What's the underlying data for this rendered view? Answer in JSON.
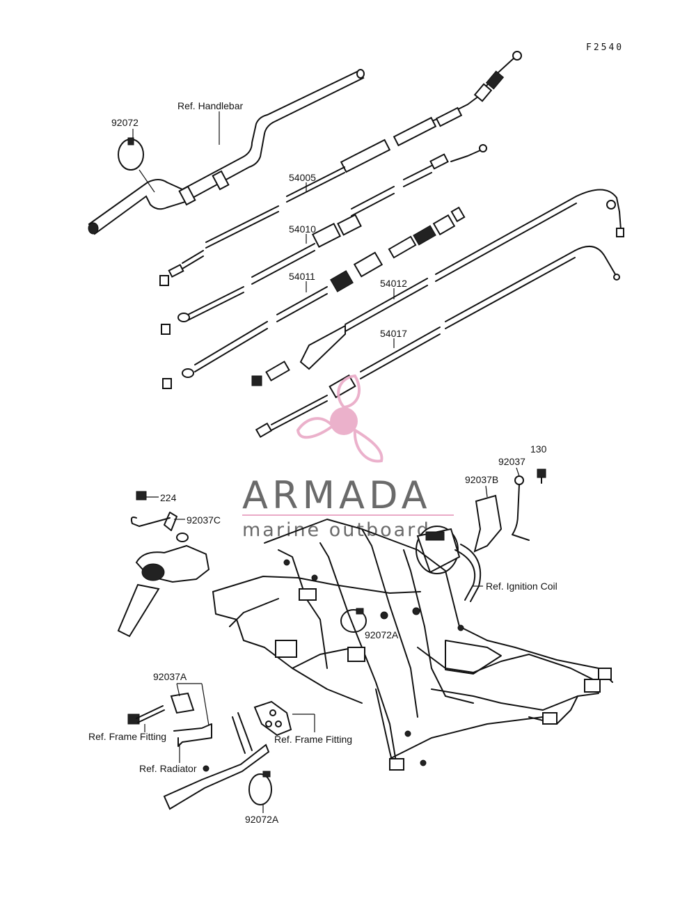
{
  "diagram_code": "F2540",
  "labels": {
    "handlebar_ref": "Ref. Handlebar",
    "clamp_top": "92072",
    "cable_54005": "54005",
    "cable_54010": "54010",
    "cable_54011": "54011",
    "cable_54012": "54012",
    "cable_54017": "54017",
    "bolt_130": "130",
    "clamp_92037": "92037",
    "clamp_92037b": "92037B",
    "bolt_224": "224",
    "clamp_92037c": "92037C",
    "ignition_coil_ref": "Ref. Ignition Coil",
    "clamp_92072a_mid": "92072A",
    "clamp_92037a": "92037A",
    "frame_fitting_ref_left": "Ref. Frame Fitting",
    "frame_fitting_ref_right": "Ref. Frame Fitting",
    "radiator_ref": "Ref. Radiator",
    "clamp_92072a_bottom": "92072A"
  },
  "watermark": {
    "title": "ARMADA",
    "subtitle": "marine outboards",
    "logo_color": "#e9a9c6",
    "text_color": "#6a6a6a"
  }
}
